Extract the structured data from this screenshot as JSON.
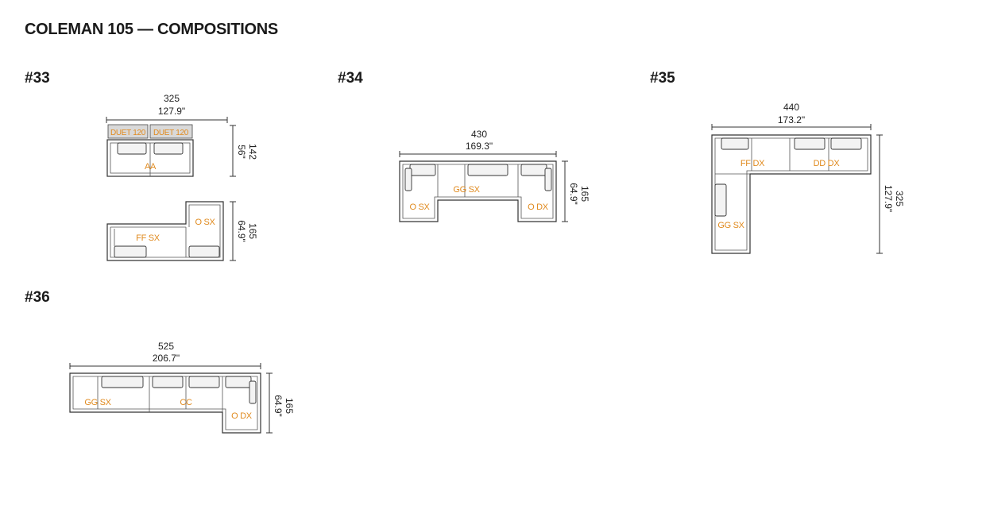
{
  "title": "COLEMAN 105 — COMPOSITIONS",
  "compositions": [
    {
      "id": "#33",
      "upper": {
        "width_cm": "325",
        "width_in": "127.9\"",
        "depth_cm": "142",
        "depth_in": "56\"",
        "labels": [
          "DUET 120",
          "DUET 120"
        ],
        "module": "AA"
      },
      "lower": {
        "depth_cm": "165",
        "depth_in": "64.9\"",
        "modules": [
          "FF SX",
          "O SX"
        ]
      }
    },
    {
      "id": "#34",
      "width_cm": "430",
      "width_in": "169.3\"",
      "depth_cm": "165",
      "depth_in": "64.9\"",
      "modules": [
        "O SX",
        "GG SX",
        "O DX"
      ]
    },
    {
      "id": "#35",
      "width_cm": "440",
      "width_in": "173.2\"",
      "depth_cm": "325",
      "depth_in": "127.9\"",
      "modules": [
        "FF DX",
        "DD DX",
        "GG SX"
      ]
    },
    {
      "id": "#36",
      "width_cm": "525",
      "width_in": "206.7\"",
      "depth_cm": "165",
      "depth_in": "64.9\"",
      "modules": [
        "GG SX",
        "CC",
        "O DX"
      ]
    }
  ]
}
